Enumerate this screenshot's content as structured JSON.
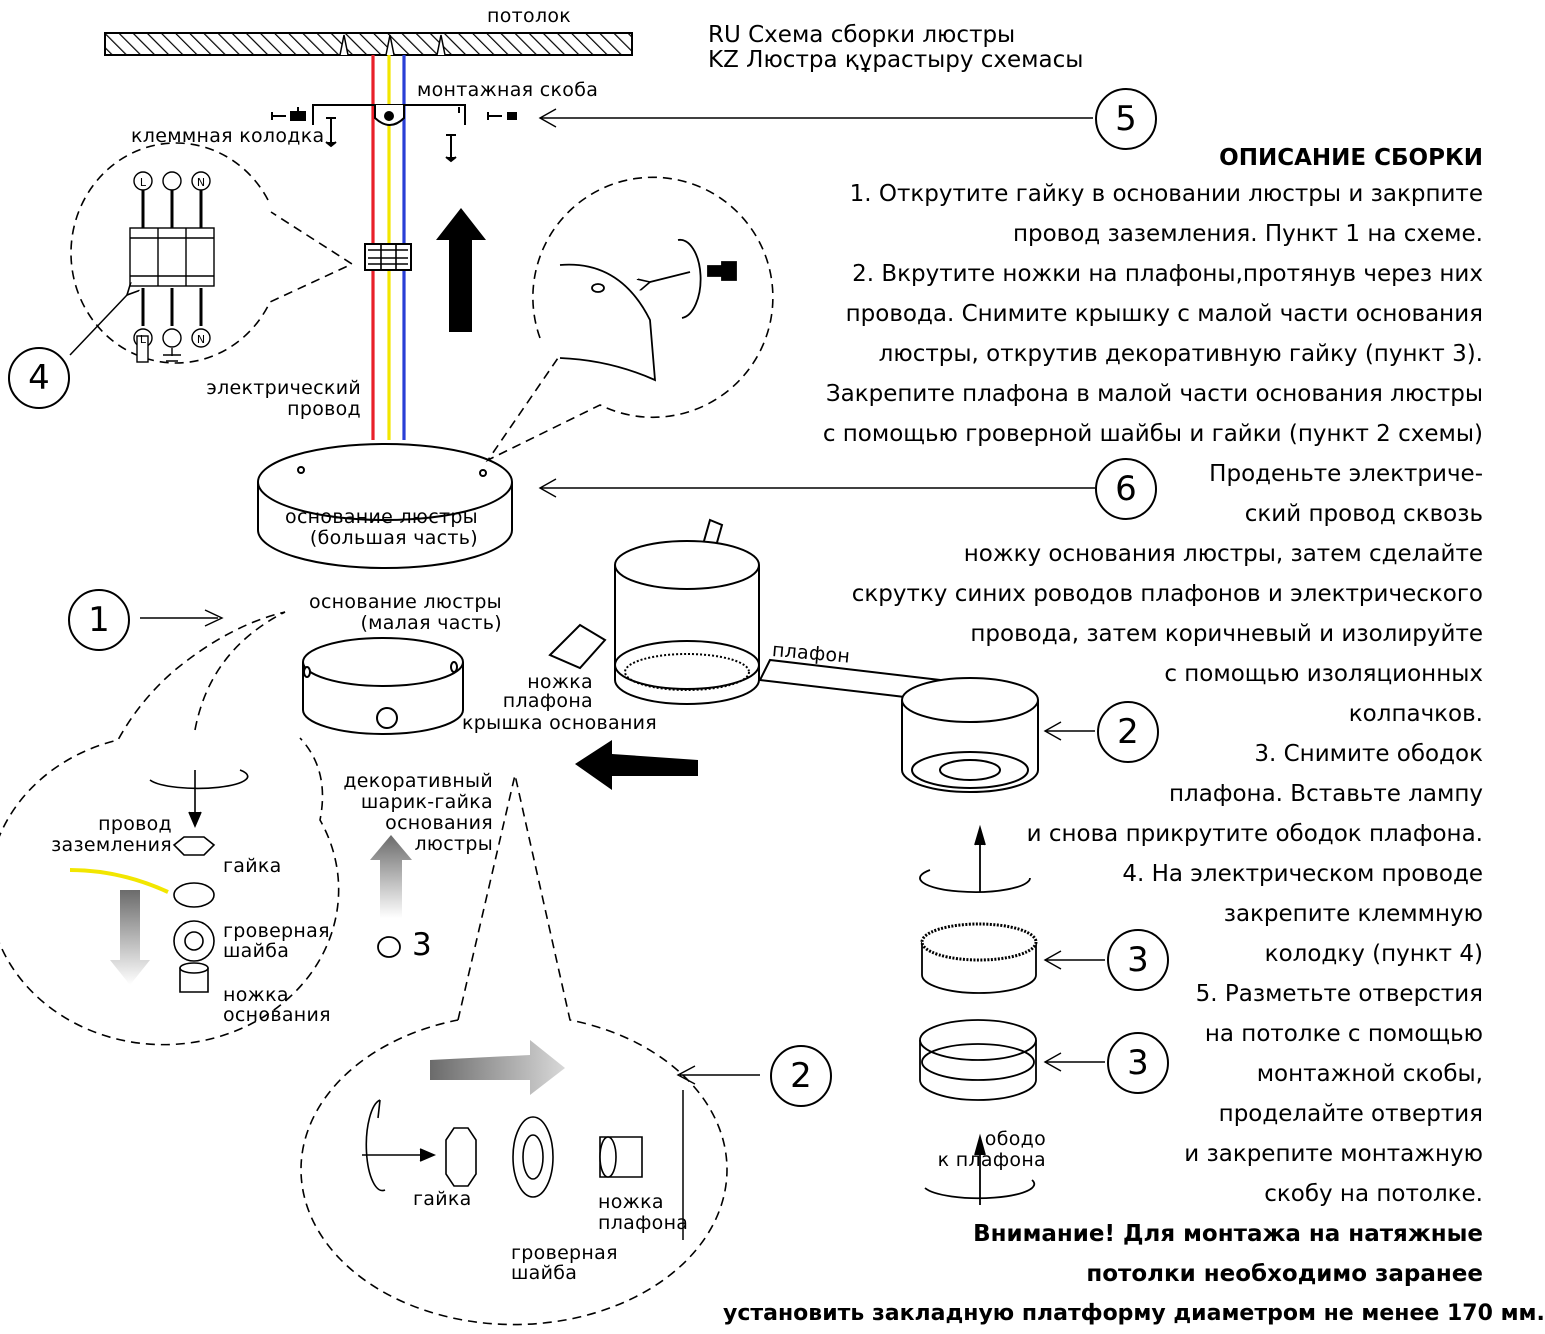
{
  "title": {
    "ru": "RU Схема сборки люстры",
    "kz": "KZ Люстра құрастыру схемасы"
  },
  "labels": {
    "ceiling": "потолок",
    "mounting_bracket": "монтажная скоба",
    "terminal_block": "клеммная колодка",
    "electric_wire": [
      "электрический",
      "провод"
    ],
    "base_large": [
      "основание люстры",
      "(большая часть)"
    ],
    "base_small": [
      "основание люстры",
      "(малая часть)"
    ],
    "lampshade": "плафон",
    "lamp_leg": [
      "ножка",
      "плафона"
    ],
    "base_cover": "крышка основания",
    "decorative_nut": [
      "декоративный",
      "шарик-гайка",
      "основания",
      "люстры"
    ],
    "ground_wire": [
      "провод",
      "заземления"
    ],
    "nut": "гайка",
    "spring_washer": [
      "гроверная",
      "шайба"
    ],
    "base_leg": [
      "ножка",
      "основания"
    ],
    "nut2": "гайка",
    "lamp_leg2": [
      "ножка",
      "плафона"
    ],
    "spring_washer2": [
      "гроверная",
      "шайба"
    ],
    "rim": [
      "ободо",
      "к плафона"
    ],
    "step3_mark": "3",
    "terminal_letters": [
      "L",
      "N"
    ]
  },
  "callouts": {
    "c1": "1",
    "c2a": "2",
    "c2b": "2",
    "c3a": "3",
    "c3b": "3",
    "c4": "4",
    "c5": "5",
    "c6": "6"
  },
  "description": {
    "heading": "ОПИСАНИЕ СБОРКИ",
    "lines": [
      "1. Открутите гайку в основании люстры и закрпите",
      "провод заземления. Пункт 1 на схеме.",
      "2. Вкрутите ножки на плафоны,протянув через них",
      "провода. Снимите крышку с малой части основания",
      "люстры, открутив декоративную гайку (пункт 3).",
      "Закрепите плафона в малой части основания люстры",
      "с помощью гроверной шайбы и гайки (пункт 2 схемы)",
      "Проденьте электриче-",
      "ский провод сквозь",
      "ножку основания люстры, затем сделайте",
      "скрутку синих роводов плафонов и электрического",
      "провода, затем коричневый и изолируйте",
      "с помощью изоляционных",
      "колпачков.",
      "3. Снимите ободок",
      "плафона. Вставьте лампу",
      "и снова прикрутите ободок плафона.",
      "4. На электрическом проводе",
      "закрепите клеммную",
      "колодку (пункт 4)",
      "5. Разметьте отверстия",
      "на потолке с помощью",
      "монтажной скобы,",
      "проделайте отвертия",
      "и закрепите монтажную",
      "скобу на потолке."
    ],
    "warning": [
      "Внимание! Для монтажа на натяжные",
      "потолки необходимо заранее",
      "установить закладную платформу диаметром не менее 170 мм."
    ]
  },
  "colors": {
    "wire_red": "#e8202a",
    "wire_yellow": "#f2e600",
    "wire_blue": "#2a3fd6",
    "ground_wire": "#f2e600",
    "line": "#000000"
  }
}
